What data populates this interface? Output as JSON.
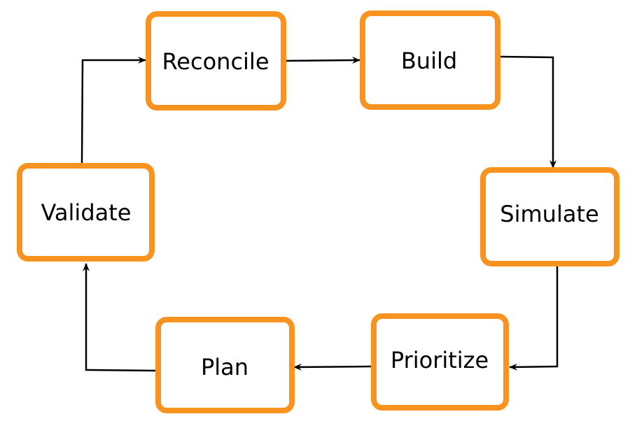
{
  "diagram": {
    "type": "cycle",
    "node_color": "#f7931e",
    "edge_color": "#000000",
    "nodes": {
      "reconcile": "Reconcile",
      "build": "Build",
      "simulate": "Simulate",
      "prioritize": "Prioritize",
      "plan": "Plan",
      "validate": "Validate"
    },
    "edges": [
      {
        "from": "Reconcile",
        "to": "Build"
      },
      {
        "from": "Build",
        "to": "Simulate"
      },
      {
        "from": "Simulate",
        "to": "Prioritize"
      },
      {
        "from": "Prioritize",
        "to": "Plan"
      },
      {
        "from": "Plan",
        "to": "Validate"
      },
      {
        "from": "Validate",
        "to": "Reconcile"
      }
    ]
  }
}
